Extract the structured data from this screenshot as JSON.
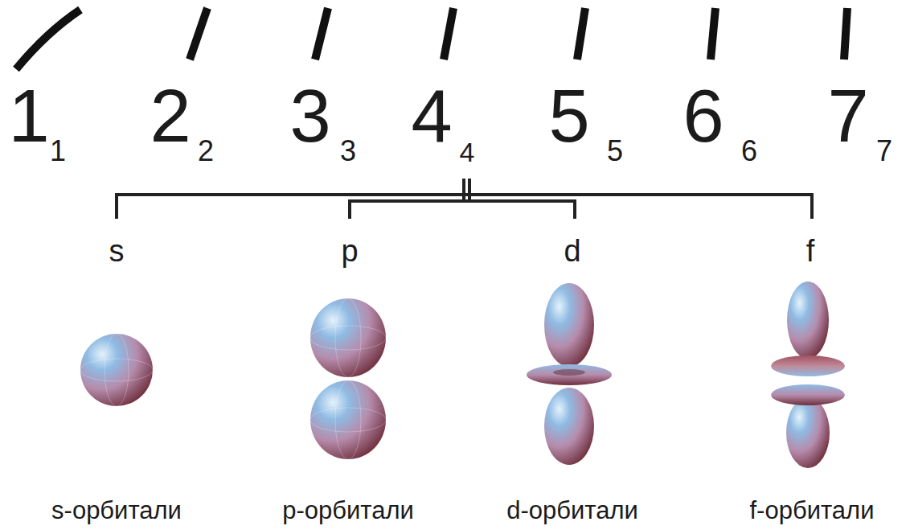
{
  "diagram": {
    "labels": [
      "1",
      "1",
      "2",
      "2",
      "3",
      "3",
      "4",
      "4",
      "5",
      "5",
      "6",
      "6",
      "7",
      "7",
      "s",
      "p",
      "d",
      "f",
      "s-орбитали",
      "p-орбитали",
      "d-орбитали",
      "f-орбитали"
    ]
  }
}
